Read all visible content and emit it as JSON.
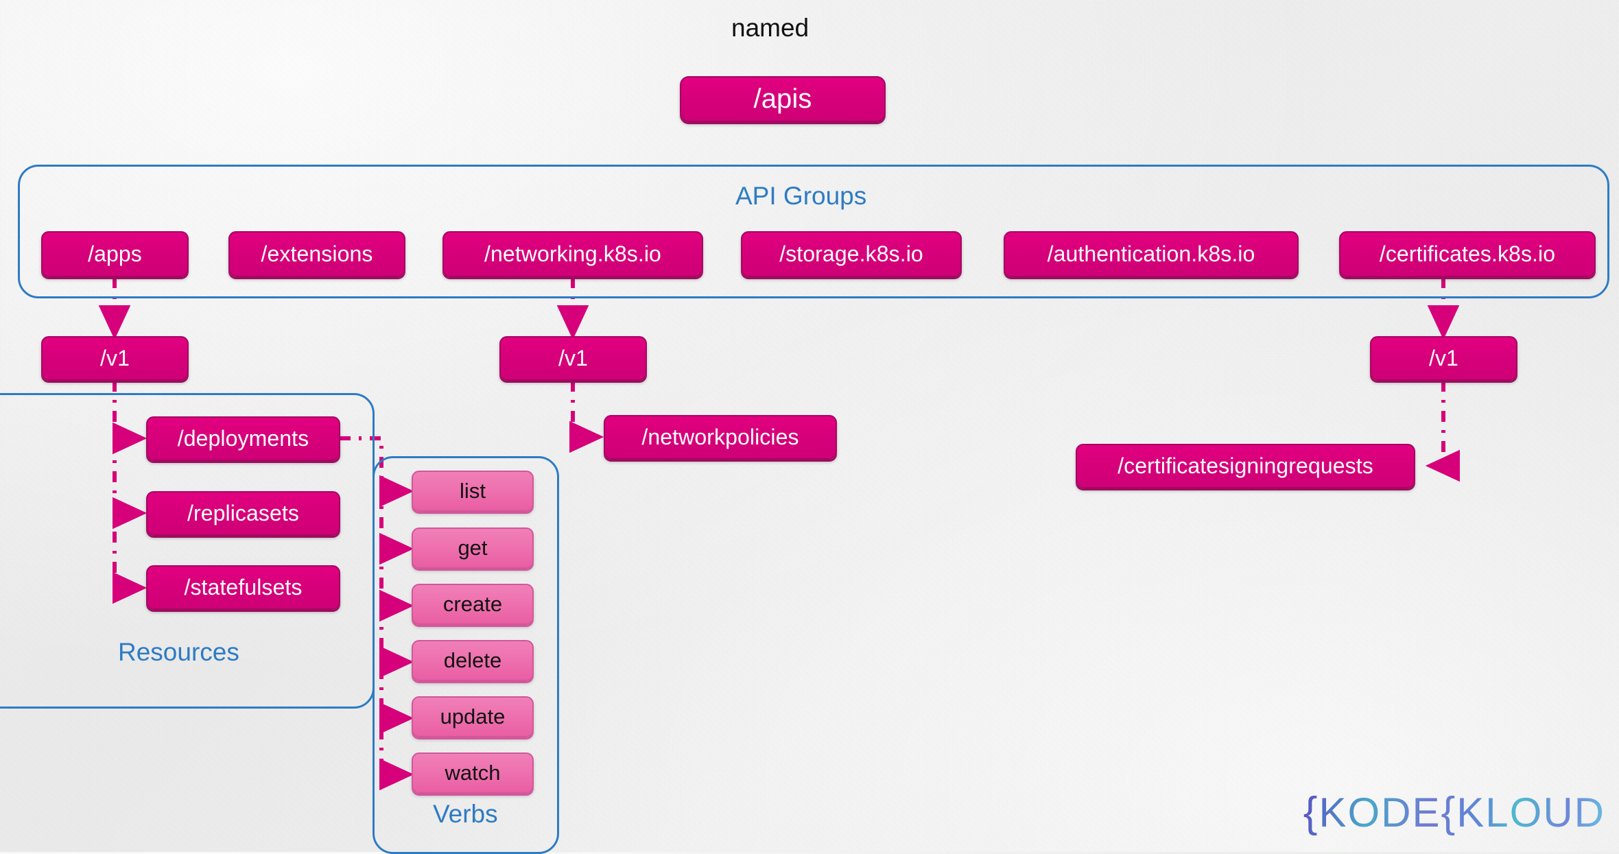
{
  "diagram": {
    "title_text": "named",
    "root_node": "/apis",
    "groups": {
      "api_groups": {
        "label": "API Groups"
      },
      "resources": {
        "label": "Resources"
      },
      "verbs": {
        "label": "Verbs"
      }
    },
    "api_group_nodes": [
      {
        "label": "/apps"
      },
      {
        "label": "/extensions"
      },
      {
        "label": "/networking.k8s.io"
      },
      {
        "label": "/storage.k8s.io"
      },
      {
        "label": "/authentication.k8s.io"
      },
      {
        "label": "/certificates.k8s.io"
      }
    ],
    "version_nodes": [
      {
        "label": "/v1",
        "under": "/apps"
      },
      {
        "label": "/v1",
        "under": "/networking.k8s.io"
      },
      {
        "label": "/v1",
        "under": "/certificates.k8s.io"
      }
    ],
    "resource_nodes": [
      {
        "label": "/deployments"
      },
      {
        "label": "/replicasets"
      },
      {
        "label": "/statefulsets"
      }
    ],
    "standalone_resource_nodes": [
      {
        "label": "/networkpolicies"
      },
      {
        "label": "/certificatesigningrequests"
      }
    ],
    "verb_nodes": [
      {
        "label": "list"
      },
      {
        "label": "get"
      },
      {
        "label": "create"
      },
      {
        "label": "delete"
      },
      {
        "label": "update"
      },
      {
        "label": "watch"
      }
    ],
    "colors": {
      "node_fill": "#d6007a",
      "node_border": "#a30963",
      "verb_fill": "#ee72af",
      "verb_border": "#d2579a",
      "group_border": "#2e7bc4",
      "group_label": "#2e7bc4",
      "connector": "#d6007a",
      "background": "#ecedec"
    }
  },
  "branding": {
    "logo_brace_1": "{",
    "logo_word_1": "ODE",
    "logo_brace_2": "{",
    "logo_word_2": "LOUD",
    "logo_k_1": "K",
    "logo_k_2": "K"
  }
}
